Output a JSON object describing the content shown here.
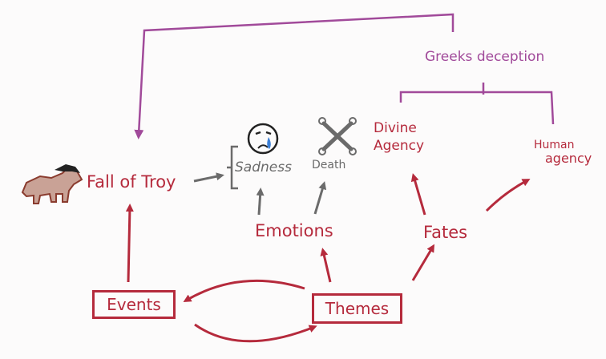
{
  "nodes": {
    "fall_of_troy": "Fall of Troy",
    "sadness": "Sadness",
    "death": "Death",
    "divine_agency_1": "Divine",
    "divine_agency_2": "Agency",
    "human_agency_1": "Human",
    "human_agency_2": "agency",
    "emotions": "Emotions",
    "fates": "Fates",
    "events": "Events",
    "themes": "Themes",
    "greeks_deception": "Greeks deception"
  },
  "icons": {
    "horse": "horse-icon",
    "crying_face": "crying-face-icon",
    "crossed_bones": "crossed-bones-icon"
  },
  "colors": {
    "red": "#b52a3c",
    "gray": "#6b6b6b",
    "purple": "#a14a9a",
    "horse_body": "#c9a296",
    "horse_outline": "#8a3b2e",
    "tear": "#3b7fd6"
  }
}
